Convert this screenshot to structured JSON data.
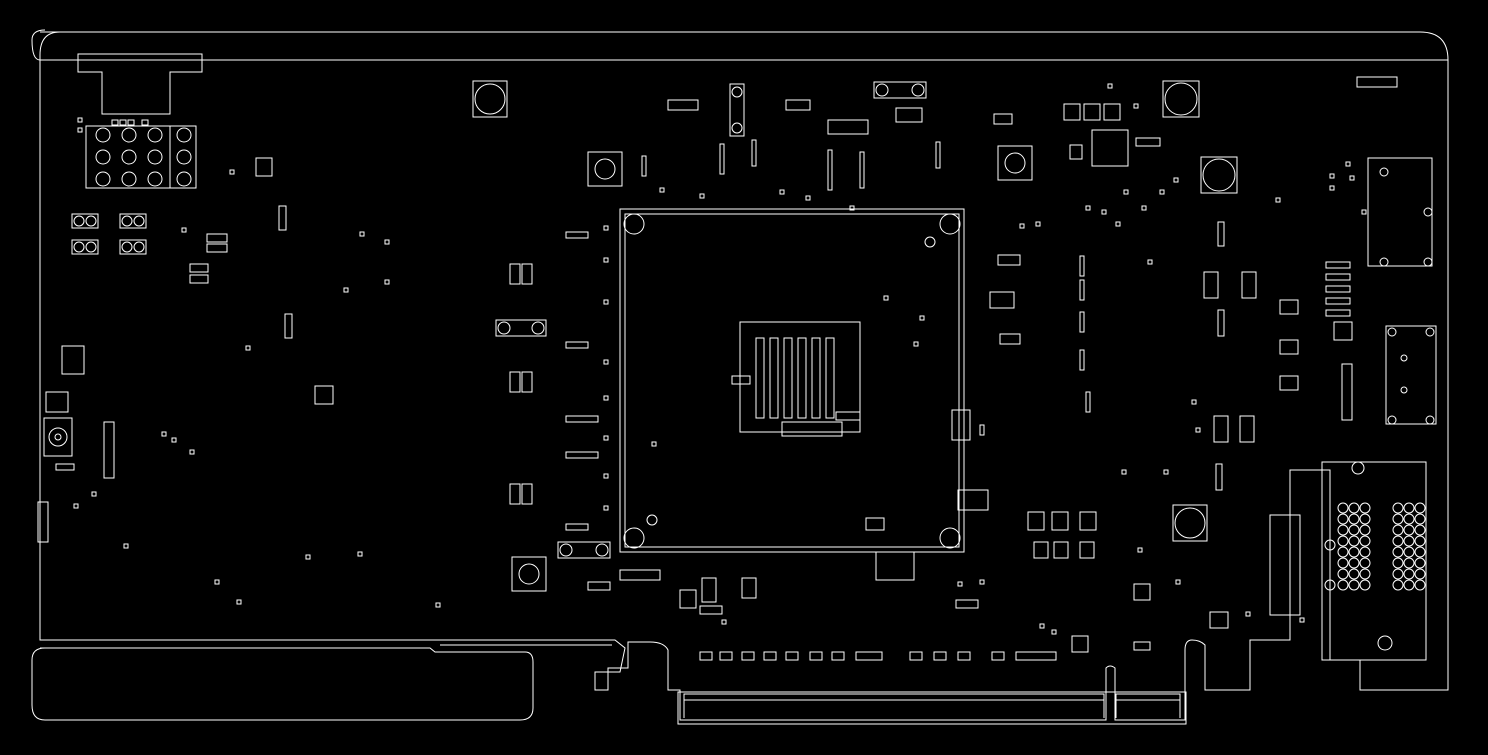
{
  "canvas": {
    "background": "#000000",
    "stroke": "#ffffff"
  },
  "board": {
    "kind": "pcb-silkscreen-outline",
    "text_labels": []
  },
  "regions": [
    {
      "name": "power-connector",
      "icon": "power-connector-icon"
    },
    {
      "name": "gpu-package",
      "icon": "chip-icon"
    },
    {
      "name": "display-io-bracket",
      "icon": "port-icon"
    },
    {
      "name": "pcie-edge-connector",
      "icon": "edge-connector-icon"
    }
  ]
}
